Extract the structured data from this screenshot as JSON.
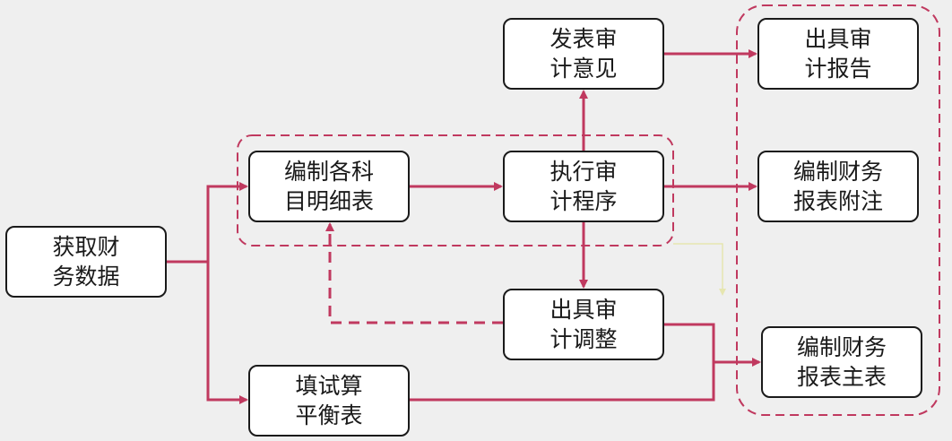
{
  "nodes": {
    "fetch": {
      "line1": "获取财",
      "line2": "务数据"
    },
    "compile": {
      "line1": "编制各科",
      "line2": "目明细表"
    },
    "trial": {
      "line1": "填试算",
      "line2": "平衡表"
    },
    "execute": {
      "line1": "执行审",
      "line2": "计程序"
    },
    "opinion": {
      "line1": "发表审",
      "line2": "计意见"
    },
    "adjust": {
      "line1": "出具审",
      "line2": "计调整"
    },
    "report": {
      "line1": "出具审",
      "line2": "计报告"
    },
    "notes": {
      "line1": "编制财务",
      "line2": "报表附注"
    },
    "main": {
      "line1": "编制财务",
      "line2": "报表主表"
    }
  },
  "colors": {
    "connector": "#c0395f",
    "background": "#efefef",
    "node_border": "#1a1a1a",
    "node_fill": "#ffffff",
    "faint_connector": "#e6e6b0"
  }
}
